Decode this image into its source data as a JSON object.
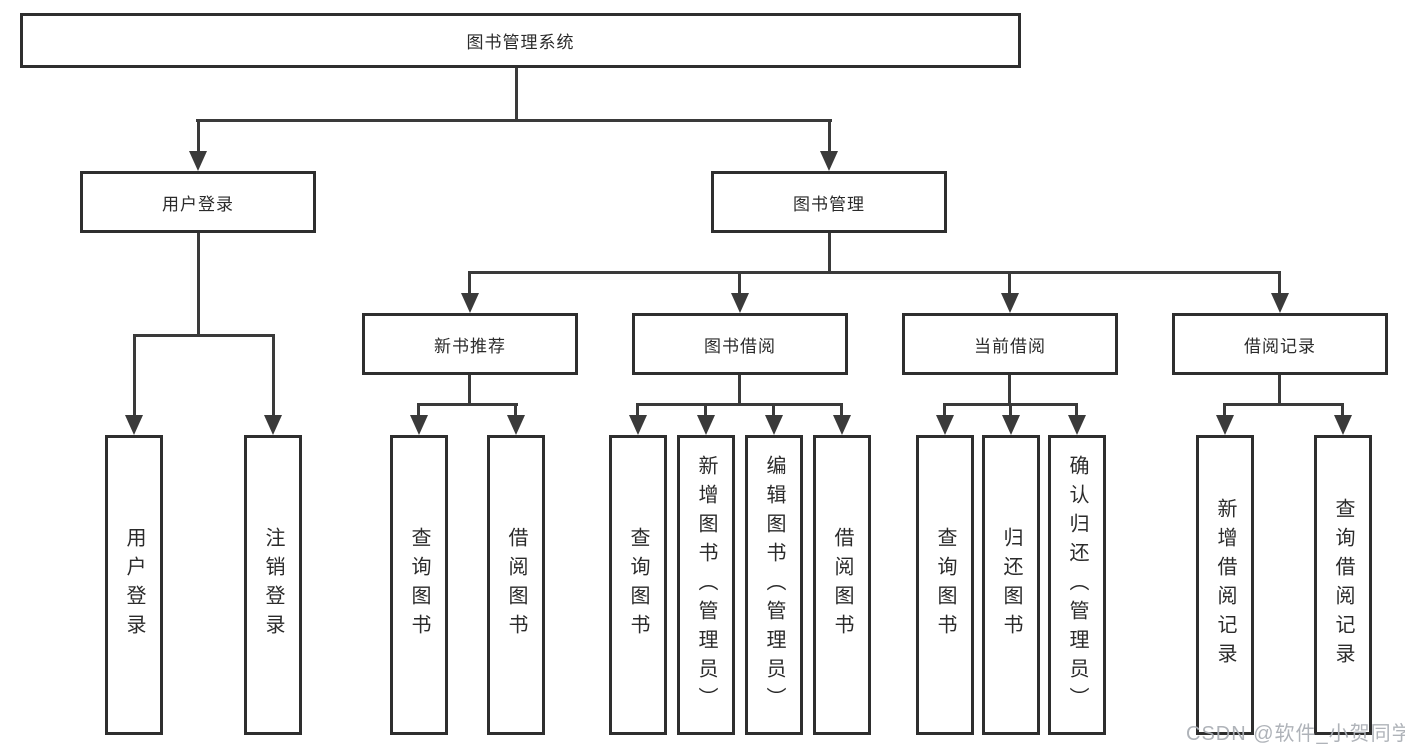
{
  "diagram_type": "hierarchy-tree",
  "tree": {
    "root": {
      "label": "图书管理系统",
      "children": [
        {
          "label": "用户登录",
          "children": [
            {
              "label": "用户登录"
            },
            {
              "label": "注销登录"
            }
          ]
        },
        {
          "label": "图书管理",
          "children": [
            {
              "label": "新书推荐",
              "children": [
                {
                  "label": "查询图书"
                },
                {
                  "label": "借阅图书"
                }
              ]
            },
            {
              "label": "图书借阅",
              "children": [
                {
                  "label": "查询图书"
                },
                {
                  "label": "新增图书（管理员）"
                },
                {
                  "label": "编辑图书（管理员）"
                },
                {
                  "label": "借阅图书"
                }
              ]
            },
            {
              "label": "当前借阅",
              "children": [
                {
                  "label": "查询图书"
                },
                {
                  "label": "归还图书"
                },
                {
                  "label": "确认归还（管理员）"
                }
              ]
            },
            {
              "label": "借阅记录",
              "children": [
                {
                  "label": "新增借阅记录"
                },
                {
                  "label": "查询借阅记录"
                }
              ]
            }
          ]
        }
      ]
    }
  },
  "watermark": {
    "text": "CSDN @软件_小贺同学"
  },
  "colors": {
    "background": "#ffffff",
    "box_border": "#2e2e2e",
    "box_fill": "#ffffff",
    "connector_line": "#3a3a3a",
    "text": "#2b2b2b",
    "watermark_text": "#abafb5"
  }
}
